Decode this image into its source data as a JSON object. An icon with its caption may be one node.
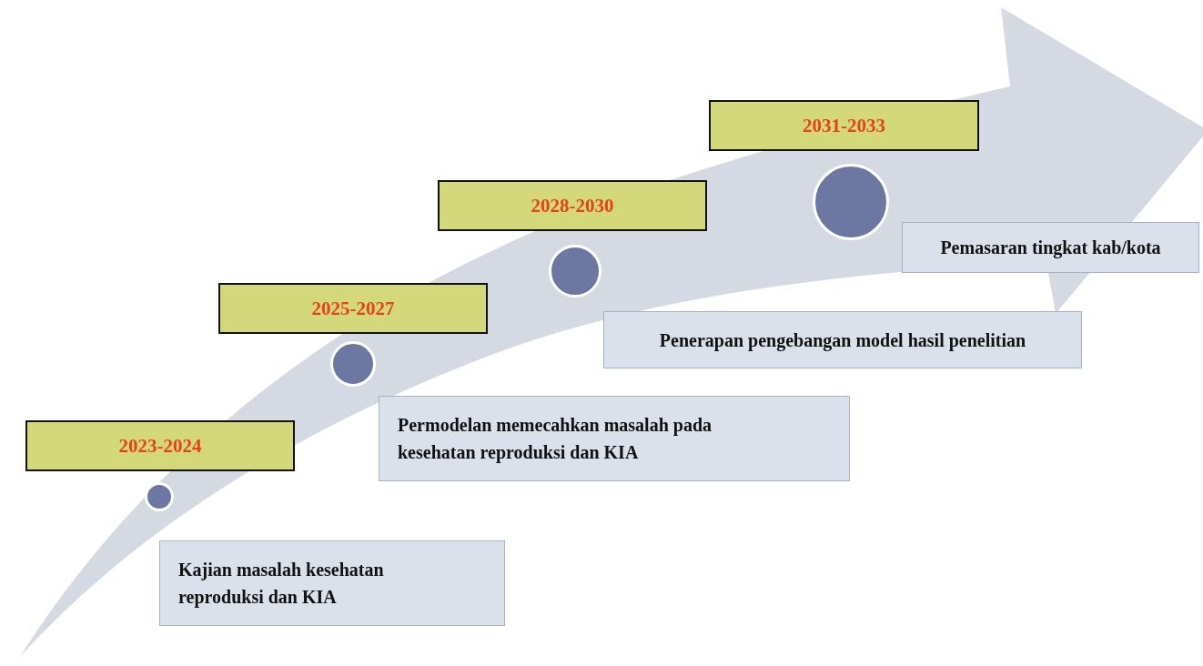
{
  "diagram": {
    "nodes": [
      {
        "text": [
          "2023-2024"
        ]
      },
      {
        "text": [],
        "shape": "circle"
      },
      {
        "text": [
          "Kajian masalah kesehatan reproduksi dan KIA"
        ]
      },
      {
        "text": [
          "2025-2027"
        ]
      },
      {
        "text": [],
        "shape": "circle"
      },
      {
        "text": [
          "Permodelan memecahkan masalah pada kesehatan reproduksi dan KIA"
        ]
      },
      {
        "text": [
          "2028-2030"
        ]
      },
      {
        "text": [],
        "shape": "circle"
      },
      {
        "text": [
          "Penerapan pengebangan model hasil penelitian"
        ]
      },
      {
        "text": [
          "2031-2033"
        ]
      },
      {
        "text": [],
        "shape": "circle"
      },
      {
        "text": [
          "Pemasaran tingkat kab/kota"
        ]
      }
    ]
  }
}
